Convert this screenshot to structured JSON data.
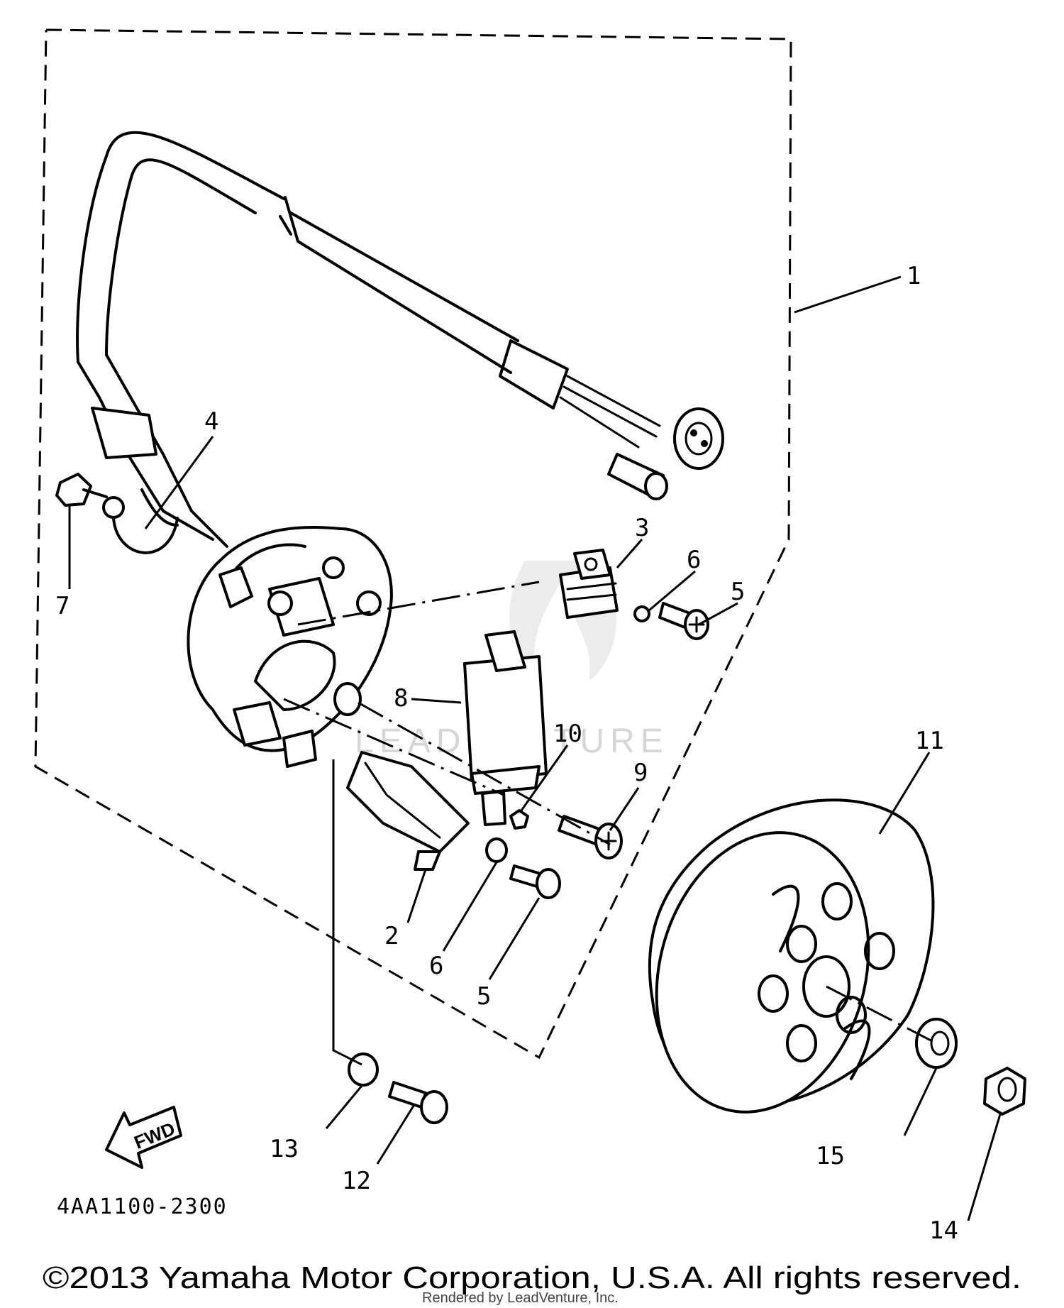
{
  "callouts": {
    "c1": "1",
    "c2": "2",
    "c3": "3",
    "c4": "4",
    "c5a": "5",
    "c5b": "5",
    "c6a": "6",
    "c6b": "6",
    "c7": "7",
    "c8": "8",
    "c9": "9",
    "c10": "10",
    "c11": "11",
    "c12": "12",
    "c13": "13",
    "c14": "14",
    "c15": "15"
  },
  "fwd_label": "FWD",
  "diagram_code": "4AA1100-2300",
  "watermark": "LEADVENTURE",
  "copyright": "©2013 Yamaha Motor Corporation, U.S.A. All rights reserved.",
  "rendered_by": "Rendered by LeadVenture, Inc."
}
